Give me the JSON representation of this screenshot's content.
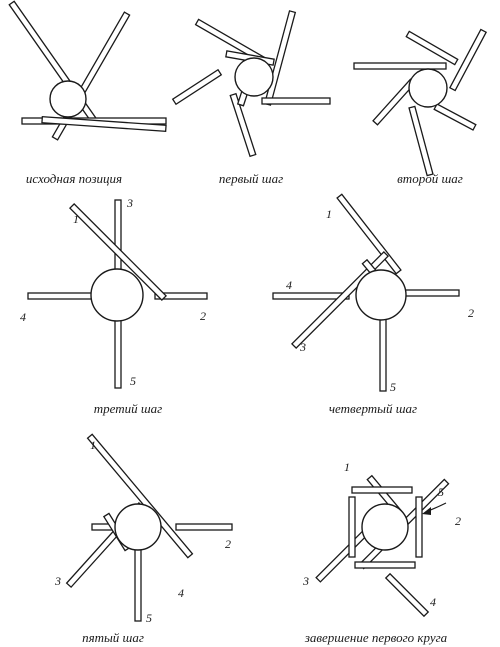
{
  "panels": [
    {
      "id": "start",
      "caption": "исходная позиция",
      "labels": []
    },
    {
      "id": "step1",
      "caption": "первый шаг",
      "labels": []
    },
    {
      "id": "step2",
      "caption": "второй шаг",
      "labels": []
    },
    {
      "id": "step3",
      "caption": "третий шаг",
      "labels": [
        "1",
        "2",
        "3",
        "4",
        "5"
      ]
    },
    {
      "id": "step4",
      "caption": "четвертый шаг",
      "labels": [
        "1",
        "2",
        "3",
        "4",
        "5"
      ]
    },
    {
      "id": "step5",
      "caption": "пятый шаг",
      "labels": [
        "1",
        "2",
        "3",
        "4",
        "5"
      ]
    },
    {
      "id": "final",
      "caption": "завершение первого круга",
      "labels": [
        "1",
        "2",
        "3",
        "4",
        "5"
      ]
    }
  ]
}
